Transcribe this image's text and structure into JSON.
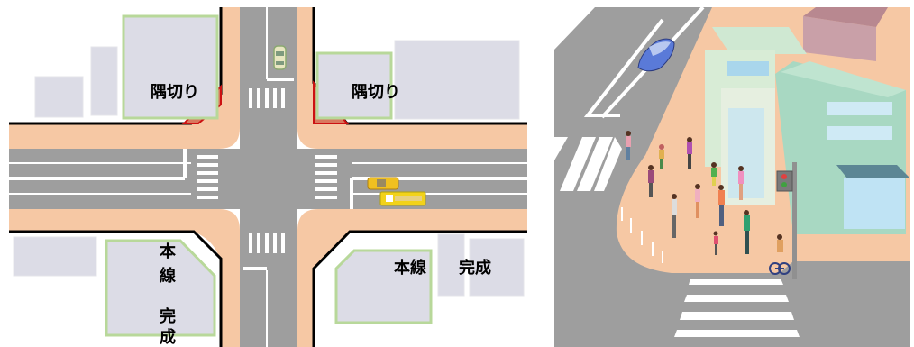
{
  "left_panel": {
    "corner_cut_label_left": "隅切り",
    "corner_cut_label_right": "隅切り",
    "bottom_left_label_line1": "本",
    "bottom_left_label_line2": "線",
    "bottom_left_label_line3": "完",
    "bottom_left_label_line4": "成",
    "bottom_right_label_part1": "本線",
    "bottom_right_label_part2": "完成"
  },
  "colors": {
    "road": "#9e9e9e",
    "sidewalk": "#f6c8a4",
    "building": "#dcdce6",
    "building_border": "#b8d89a",
    "corner_cut": "#d9785e",
    "corner_cut_border": "#cc1111",
    "lane_marking": "#ffffff"
  }
}
